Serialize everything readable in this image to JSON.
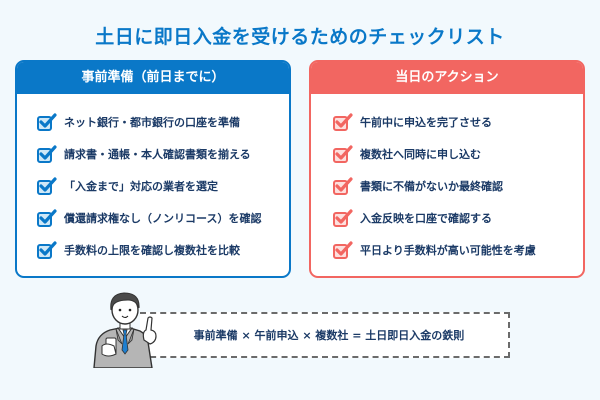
{
  "title": "土日に即日入金を受けるためのチェックリスト",
  "colors": {
    "accent_blue": "#0a78c8",
    "accent_red": "#f26661",
    "text_navy": "#1b3a66",
    "background": "#f2f9fd"
  },
  "left_card": {
    "header": "事前準備（前日までに）",
    "icon": "checkbox-checked-icon",
    "items": [
      "ネット銀行・都市銀行の口座を準備",
      "請求書・通帳・本人確認書類を揃える",
      "「入金まで」対応の業者を選定",
      "償還請求権なし（ノンリコース）を確認",
      "手数料の上限を確認し複数社を比較"
    ]
  },
  "right_card": {
    "header": "当日のアクション",
    "icon": "checkbox-checked-icon",
    "items": [
      "午前中に申込を完了させる",
      "複数社へ同時に申し込む",
      "書類に不備がないか最終確認",
      "入金反映を口座で確認する",
      "平日より手数料が高い可能性を考慮"
    ]
  },
  "summary": {
    "text": "事前準備 × 午前申込 × 複数社 = 土日即日入金の鉄則",
    "illustration": "businessman-pointing-icon"
  }
}
